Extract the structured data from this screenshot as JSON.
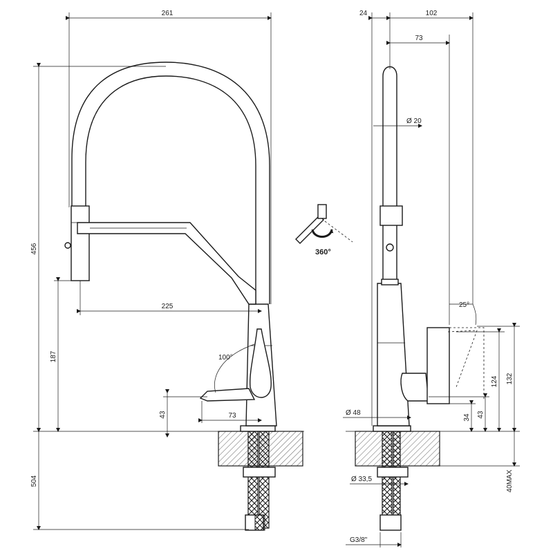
{
  "front_view": {
    "total_width": "261",
    "total_height": "456",
    "spout_reach": "225",
    "spout_outlet_height": "187",
    "lever_rotation": "100°",
    "lever_height": "43",
    "lever_reach": "73",
    "below_deck_length": "504"
  },
  "side_view": {
    "base_offset": "24",
    "overall_depth": "102",
    "spout_depth": "73",
    "tube_diameter": "Ø 20",
    "handle_tilt": "25°",
    "body_diameter": "Ø 48",
    "handle_height_low": "34",
    "handle_height_mid": "43",
    "handle_height_top": "124",
    "handle_height_max": "132",
    "shank_diameter": "Ø 33,5",
    "deck_thickness_max": "40MAX",
    "connection_thread": "G3/8\""
  },
  "rotation_symbol": {
    "label": "360°"
  }
}
